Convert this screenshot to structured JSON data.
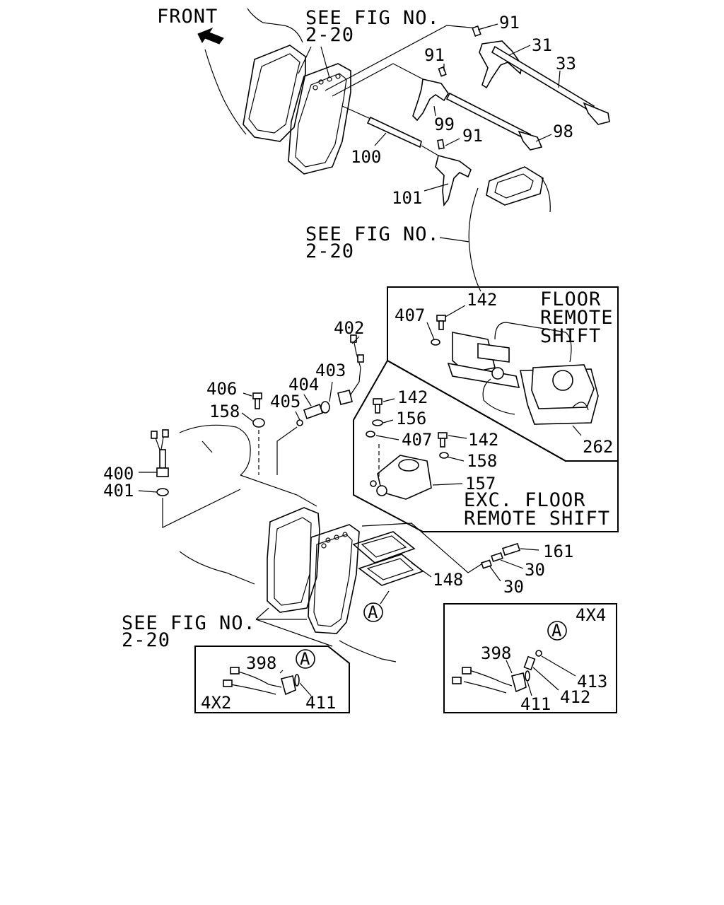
{
  "front": "FRONT",
  "see_fig_top": [
    "SEE FIG NO.",
    "2-20"
  ],
  "see_fig_mid": [
    "SEE FIG NO.",
    "2-20"
  ],
  "see_fig_bottom": [
    "SEE FIG NO.",
    "2-20"
  ],
  "floor_remote_shift": [
    "FLOOR",
    "REMOTE",
    "SHIFT"
  ],
  "exc_floor_remote_shift": [
    "EXC. FLOOR",
    "REMOTE SHIFT"
  ],
  "variant_4x2": "4X2",
  "variant_4x4": "4X4",
  "callout_a": "A",
  "parts": {
    "p91a": "91",
    "p31": "31",
    "p33": "33",
    "p91b": "91",
    "p99": "99",
    "p98": "98",
    "p91c": "91",
    "p100": "100",
    "p101": "101",
    "p142a": "142",
    "p407a": "407",
    "p262": "262",
    "p142b": "142",
    "p156": "156",
    "p407b": "407",
    "p142c": "142",
    "p158b": "158",
    "p157": "157",
    "p402": "402",
    "p403": "403",
    "p404": "404",
    "p405": "405",
    "p406": "406",
    "p158a": "158",
    "p400": "400",
    "p401": "401",
    "p161": "161",
    "p30a": "30",
    "p30b": "30",
    "p148": "148",
    "p398a": "398",
    "p411a": "411",
    "p398b": "398",
    "p413": "413",
    "p412": "412",
    "p411b": "411"
  }
}
